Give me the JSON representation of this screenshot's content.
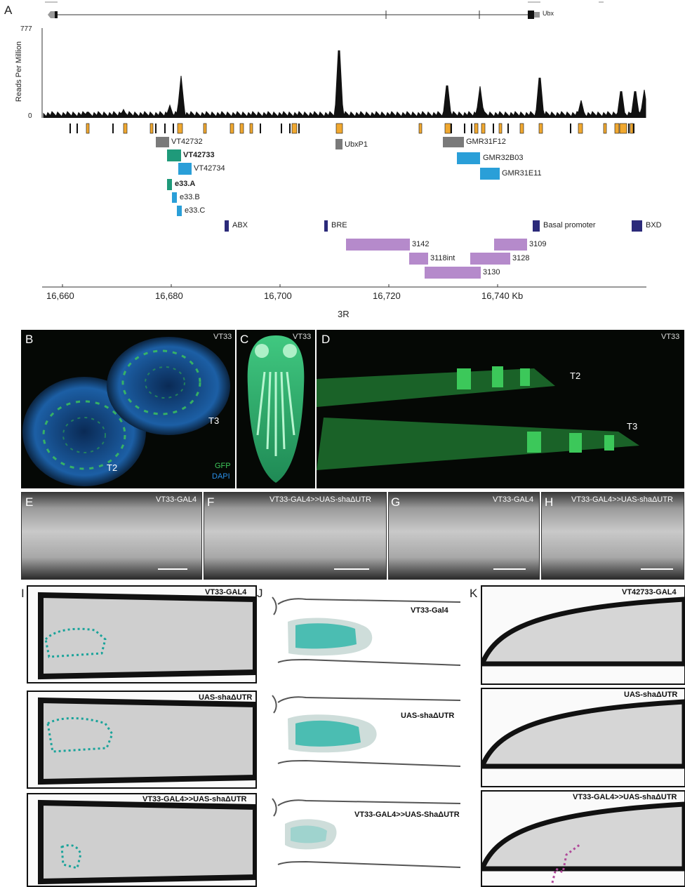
{
  "panel_labels": {
    "A": "A",
    "B": "B",
    "C": "C",
    "D": "D",
    "E": "E",
    "F": "F",
    "G": "G",
    "H": "H",
    "I": "I",
    "J": "J",
    "K": "K"
  },
  "track": {
    "gene_name": "Ubx",
    "ylabel": "Reads Per Million",
    "ymax": "777",
    "ymin": "0",
    "xticks": [
      "16,660",
      "16,680",
      "16,700",
      "16,720",
      "16,740 Kb"
    ],
    "chrom": "3R"
  },
  "elements": {
    "grey": [
      {
        "label": "VT42732",
        "bold": false
      },
      {
        "label": "UbxP1",
        "bold": false
      },
      {
        "label": "GMR31F12",
        "bold": false
      }
    ],
    "green": [
      {
        "label": "VT42733",
        "bold": true
      },
      {
        "label": "e33.A",
        "bold": true
      }
    ],
    "blue": [
      {
        "label": "VT42734"
      },
      {
        "label": "e33.B"
      },
      {
        "label": "e33.C"
      },
      {
        "label": "GMR32B03"
      },
      {
        "label": "GMR31E11"
      }
    ],
    "navy": [
      {
        "label": "ABX"
      },
      {
        "label": "BRE"
      },
      {
        "label": "Basal promoter"
      },
      {
        "label": "BXD"
      }
    ],
    "purple": [
      {
        "label": "3142"
      },
      {
        "label": "3109"
      },
      {
        "label": "3118int"
      },
      {
        "label": "3128"
      },
      {
        "label": "3130"
      }
    ]
  },
  "panel_B": {
    "tag": "VT33",
    "t2": "T2",
    "t3": "T3",
    "gfp": "GFP",
    "dapi": "DAPI"
  },
  "panel_C": {
    "tag": "VT33"
  },
  "panel_D": {
    "tag": "VT33",
    "t2": "T2",
    "t3": "T3"
  },
  "panel_E": {
    "caption": "VT33-GAL4"
  },
  "panel_F": {
    "caption": "VT33-GAL4>>UAS-shaΔUTR"
  },
  "panel_G": {
    "caption": "VT33-GAL4"
  },
  "panel_H": {
    "caption": "VT33-GAL4>>UAS-shaΔUTR"
  },
  "panel_I": {
    "captions": [
      "VT33-GAL4",
      "UAS-shaΔUTR",
      "VT33-GAL4>>UAS-shaΔUTR"
    ]
  },
  "panel_J": {
    "captions": [
      "VT33-Gal4",
      "UAS-shaΔUTR",
      "VT33-GAL4>>UAS-ShaΔUTR"
    ]
  },
  "panel_K": {
    "captions": [
      "VT42733-GAL4",
      "UAS-shaΔUTR",
      "VT33-GAL4>>UAS-shaΔUTR"
    ]
  },
  "colors": {
    "grey": "#7a7a7a",
    "green": "#1f9a7a",
    "blue": "#2a9fd8",
    "navy": "#2b2a7a",
    "purple": "#b58acb",
    "orange": "#f0a830"
  }
}
